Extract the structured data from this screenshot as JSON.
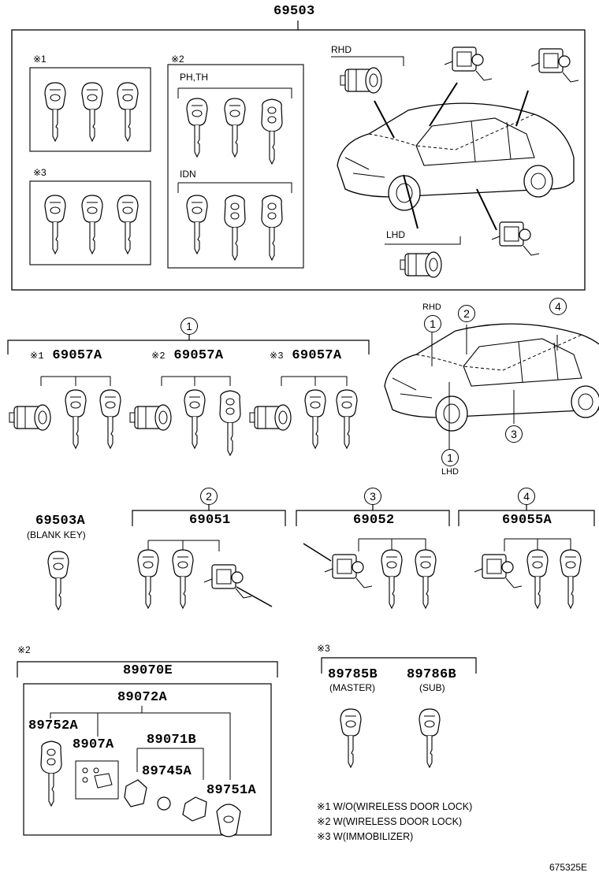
{
  "top_assembly": {
    "part": "69503"
  },
  "top_groups": {
    "g1_label": "※1",
    "g2_label": "※2",
    "g3_label": "※3",
    "ph_th": "PH,TH",
    "idn": "IDN",
    "rhd": "RHD",
    "lhd": "LHD"
  },
  "callout_1": "1",
  "sets": [
    {
      "mark": "※1",
      "part": "69057A"
    },
    {
      "mark": "※2",
      "part": "69057A"
    },
    {
      "mark": "※3",
      "part": "69057A"
    }
  ],
  "car_callouts": {
    "rhd": "RHD",
    "lhd": "LHD",
    "c1": "1",
    "c2": "2",
    "c3": "3",
    "c4": "4"
  },
  "blank_key": {
    "part": "69503A",
    "desc": "(BLANK KEY)"
  },
  "lock_sets": [
    {
      "callout": "2",
      "part": "69051"
    },
    {
      "callout": "3",
      "part": "69052"
    },
    {
      "callout": "4",
      "part": "69055A"
    }
  ],
  "transmitter": {
    "mark": "※2",
    "assembly": "89070E",
    "sub": "89072A",
    "key": "89752A",
    "board": "8907A",
    "case": "89071B",
    "battery": "89745A",
    "cover": "89751A"
  },
  "immobilizer": {
    "mark": "※3",
    "master": "89785B",
    "master_desc": "(MASTER)",
    "sub": "89786B",
    "sub_desc": "(SUB)"
  },
  "notes": [
    "※1 W/O(WIRELESS DOOR LOCK)",
    "※2 W(WIRELESS DOOR LOCK)",
    "※3 W(IMMOBILIZER)"
  ],
  "drawing_code": "675325E"
}
